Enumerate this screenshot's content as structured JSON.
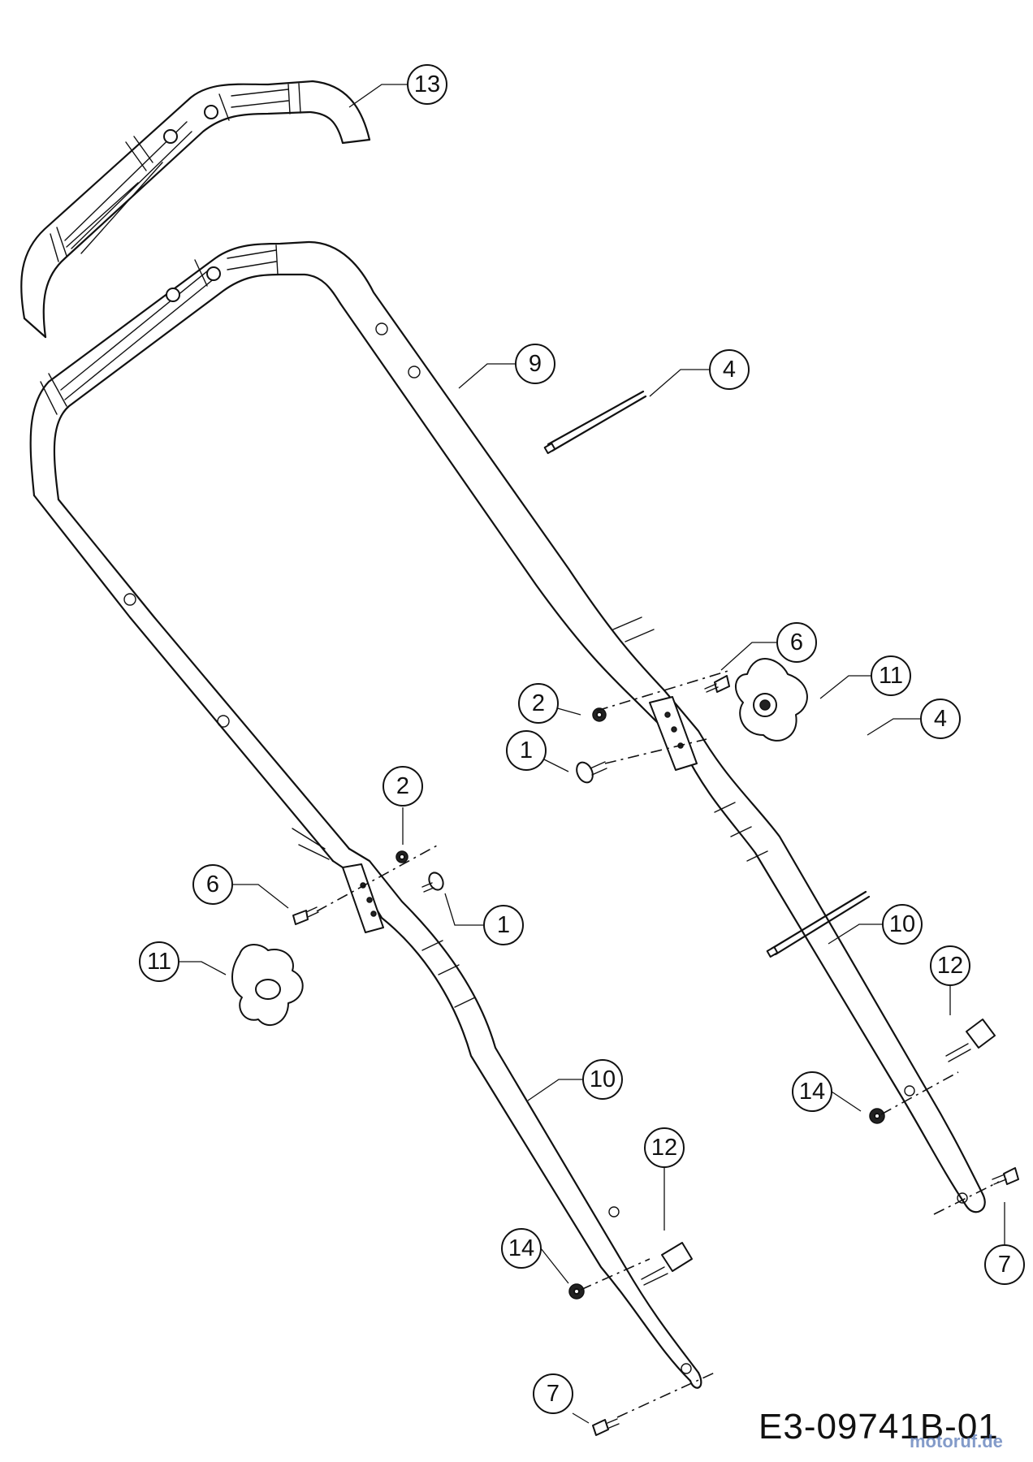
{
  "drawing_number": "E3-09741B-01",
  "watermark_text": "motoruf.de",
  "callouts": [
    {
      "label": "13"
    },
    {
      "label": "9"
    },
    {
      "label": "4"
    },
    {
      "label": "6"
    },
    {
      "label": "11"
    },
    {
      "label": "2"
    },
    {
      "label": "4"
    },
    {
      "label": "1"
    },
    {
      "label": "2"
    },
    {
      "label": "6"
    },
    {
      "label": "1"
    },
    {
      "label": "11"
    },
    {
      "label": "10"
    },
    {
      "label": "12"
    },
    {
      "label": "14"
    },
    {
      "label": "7"
    },
    {
      "label": "10"
    },
    {
      "label": "12"
    },
    {
      "label": "14"
    },
    {
      "label": "7"
    }
  ]
}
